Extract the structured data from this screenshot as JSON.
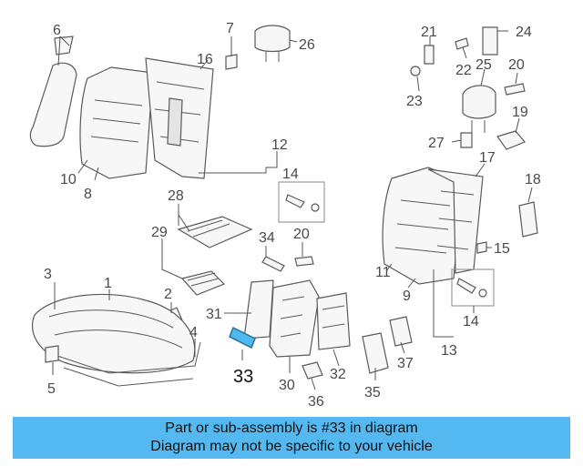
{
  "diagram": {
    "highlighted_part": "33",
    "highlight_color": "#4fb8f0",
    "banner_color": "#54b9f0",
    "labels": [
      "1",
      "2",
      "3",
      "4",
      "5",
      "6",
      "7",
      "8",
      "9",
      "10",
      "11",
      "12",
      "13",
      "14",
      "14b",
      "15",
      "16",
      "17",
      "18",
      "19",
      "20",
      "20b",
      "21",
      "22",
      "23",
      "24",
      "25",
      "26",
      "27",
      "28",
      "29",
      "30",
      "31",
      "32",
      "33",
      "34",
      "35",
      "36",
      "37"
    ],
    "text": {
      "1": "1",
      "2": "2",
      "3": "3",
      "4": "4",
      "5": "5",
      "6": "6",
      "7": "7",
      "8": "8",
      "9": "9",
      "10": "10",
      "11": "11",
      "12": "12",
      "13": "13",
      "14": "14",
      "14b": "14",
      "15": "15",
      "16": "16",
      "17": "17",
      "18": "18",
      "19": "19",
      "20": "20",
      "20b": "20",
      "21": "21",
      "22": "22",
      "23": "23",
      "24": "24",
      "25": "25",
      "26": "26",
      "27": "27",
      "28": "28",
      "29": "29",
      "30": "30",
      "31": "31",
      "32": "32",
      "33": "33",
      "34": "34",
      "35": "35",
      "36": "36",
      "37": "37"
    }
  },
  "banner": {
    "line1": "Part or sub-assembly is #33 in diagram",
    "line2": "Diagram may not be specific to your vehicle"
  }
}
